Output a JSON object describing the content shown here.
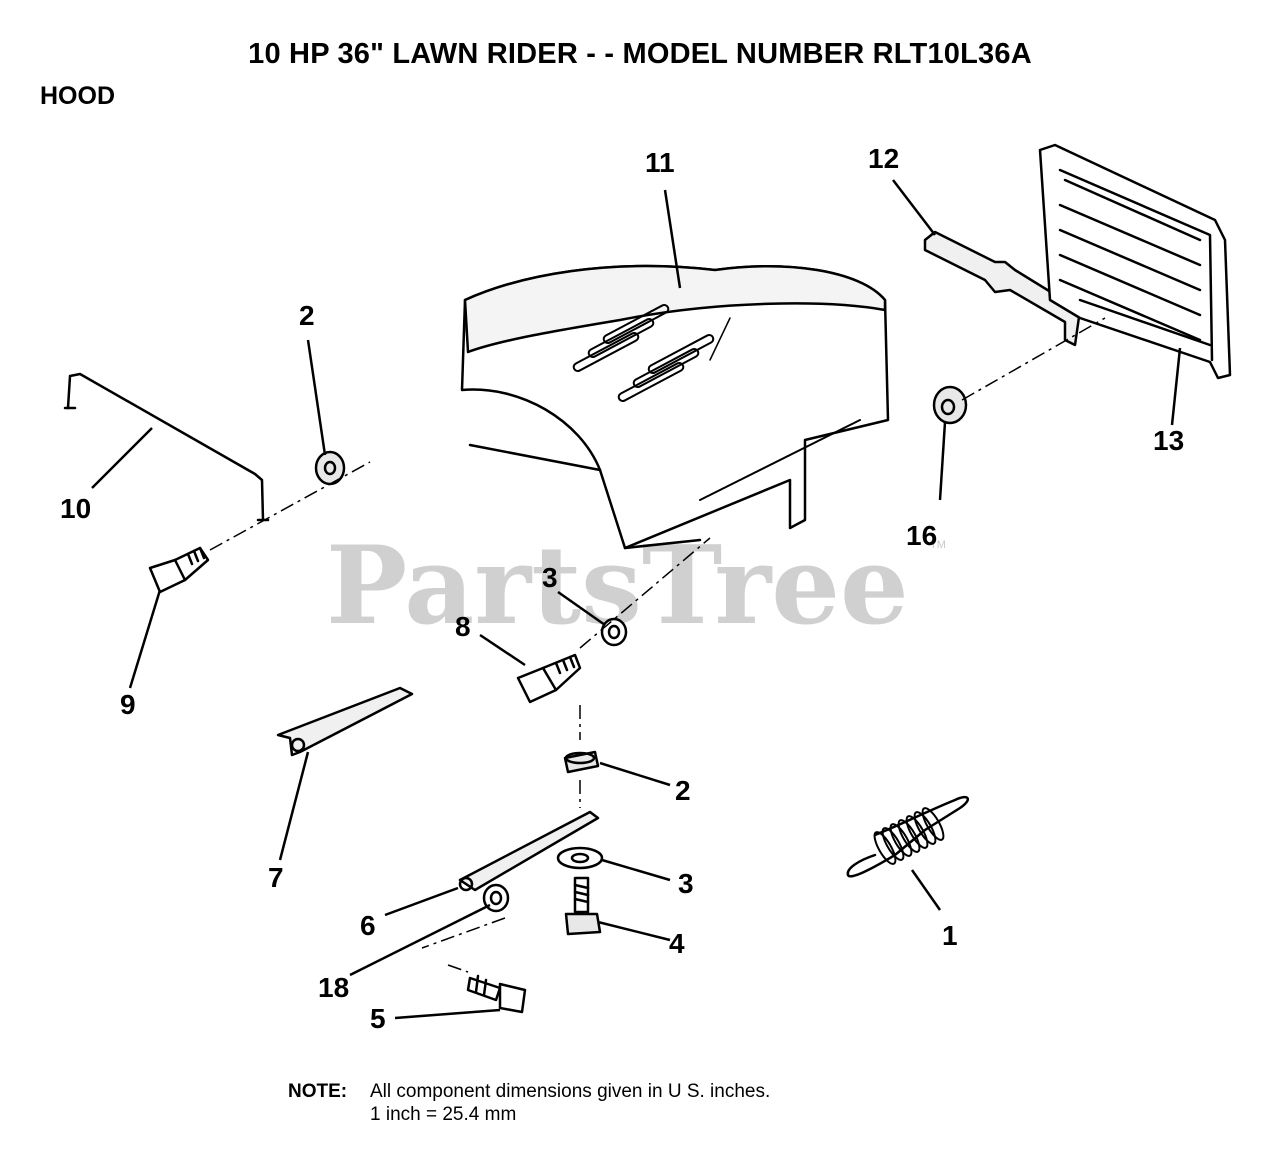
{
  "header": {
    "title": "10 HP 36\" LAWN RIDER - - MODEL NUMBER RLT10L36A",
    "section": "HOOD"
  },
  "watermark": {
    "text": "PartsTree",
    "mark": "TM"
  },
  "callouts": [
    {
      "id": "c-11",
      "label": "11"
    },
    {
      "id": "c-12",
      "label": "12"
    },
    {
      "id": "c-13",
      "label": "13"
    },
    {
      "id": "c-2a",
      "label": "2"
    },
    {
      "id": "c-10",
      "label": "10"
    },
    {
      "id": "c-16",
      "label": "16"
    },
    {
      "id": "c-3a",
      "label": "3"
    },
    {
      "id": "c-8",
      "label": "8"
    },
    {
      "id": "c-9",
      "label": "9"
    },
    {
      "id": "c-2b",
      "label": "2"
    },
    {
      "id": "c-7",
      "label": "7"
    },
    {
      "id": "c-3b",
      "label": "3"
    },
    {
      "id": "c-6",
      "label": "6"
    },
    {
      "id": "c-4",
      "label": "4"
    },
    {
      "id": "c-1",
      "label": "1"
    },
    {
      "id": "c-18",
      "label": "18"
    },
    {
      "id": "c-5",
      "label": "5"
    }
  ],
  "note": {
    "label": "NOTE:",
    "line1": "All component dimensions given in U S. inches.",
    "line2": "1 inch = 25.4 mm"
  }
}
